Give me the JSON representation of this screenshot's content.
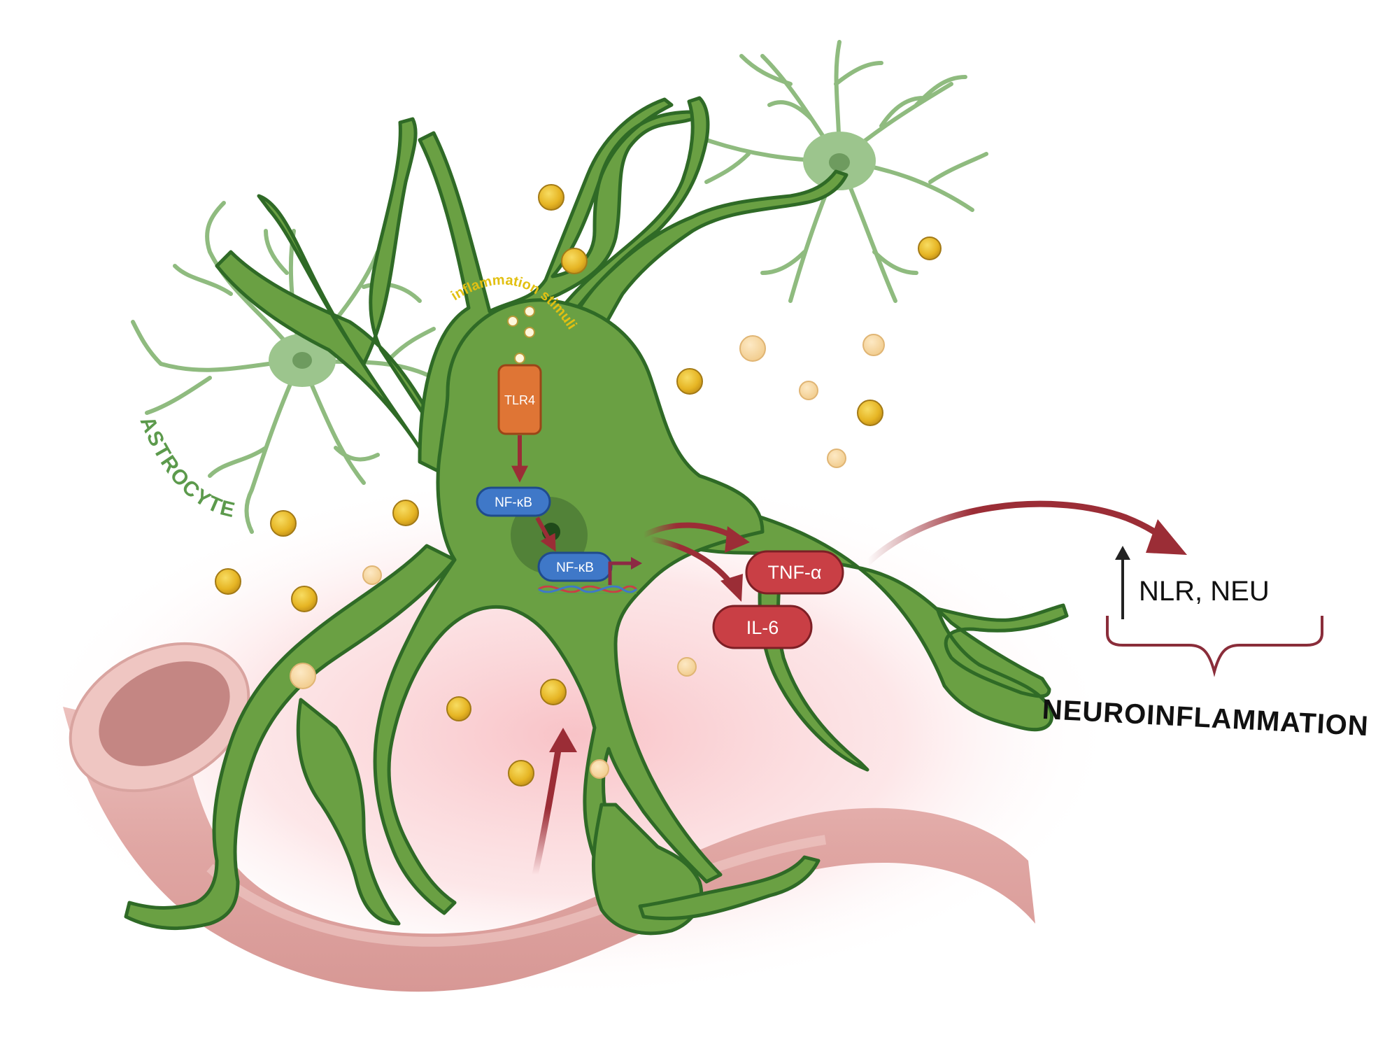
{
  "labels": {
    "astrocyte": "ASTROCYTE",
    "stimuli": "inflammation stimuli",
    "receptor": "TLR4",
    "nfkb_cytoplasm": "NF-κB",
    "nfkb_nucleus": "NF-κB",
    "tnf": "TNF-α",
    "il6": "IL-6",
    "markers": "NLR, NEU",
    "outcome": "NEUROINFLAMMATION"
  },
  "colors": {
    "astrocyte_green": "#6aa043",
    "astrocyte_outline": "#2f6a26",
    "resting_astrocyte": "#8fbb7f",
    "vessel_pink": "#e3aaa8",
    "vessel_inner": "#c48683",
    "receptor_orange": "#df7535",
    "nfkb_blue": "#3f78c8",
    "cytokine_red": "#c93f45",
    "arrow_red": "#9b2d36",
    "particle_gold": "#e8b92a",
    "particle_light": "#f6d9a1",
    "stimuli_text": "#e2c012"
  },
  "icons": [
    "astrocyte-cell",
    "resting-astrocyte",
    "blood-vessel",
    "dna-helix",
    "transcription-arrow",
    "up-arrow",
    "brace"
  ]
}
